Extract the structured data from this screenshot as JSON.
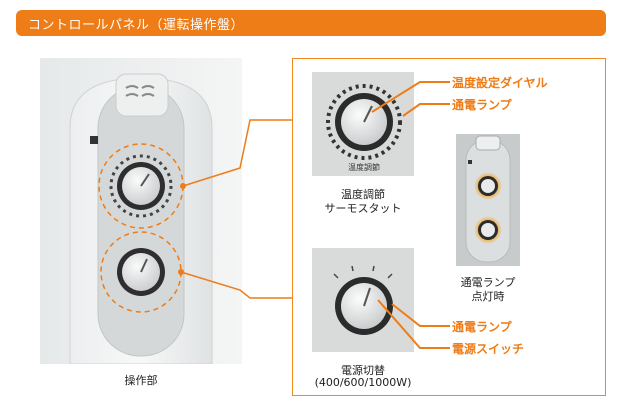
{
  "header": {
    "title": "コントロールパネル（運転操作盤）"
  },
  "left_photo": {
    "caption": "操作部"
  },
  "top_panel": {
    "caption_line1": "温度調節",
    "caption_line2": "サーモスタット",
    "callout_dial": "温度設定ダイヤル",
    "callout_lamp": "通電ランプ"
  },
  "bottom_panel": {
    "caption_line1": "電源切替",
    "caption_line2": "(400/600/1000W)",
    "callout_lamp": "通電ランプ",
    "callout_switch": "電源スイッチ"
  },
  "lit_photo": {
    "caption_line1": "通電ランプ",
    "caption_line2": "点灯時"
  },
  "colors": {
    "accent": "#ee7c17",
    "panel": "#d9dbdb",
    "lit": "#f3a52a"
  }
}
